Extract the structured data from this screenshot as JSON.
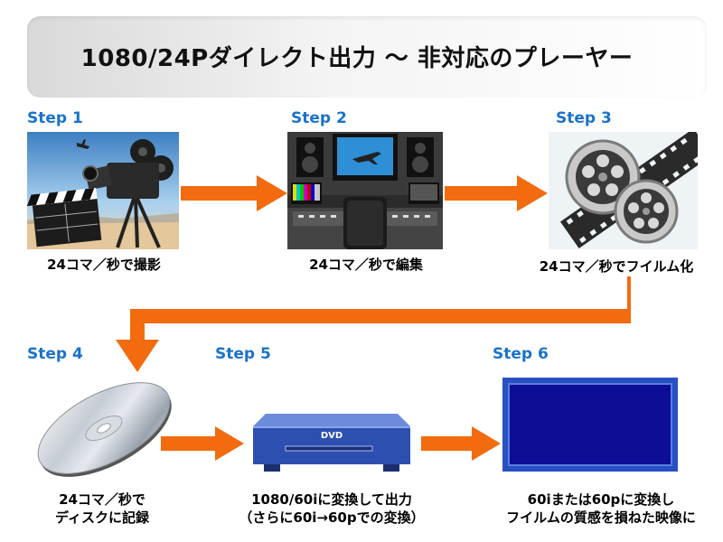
{
  "title": "1080/24Pダイレクト出力 ～ 非対応のプレーヤー",
  "colors": {
    "step_label": "#1a73c9",
    "arrow": "#f26b0f",
    "tv_screen": "#0d0d96",
    "dvd_body": "#2d4fb0"
  },
  "steps": [
    {
      "label": "Step 1",
      "caption": "24コマ／秒で撮影",
      "icon": "movie-camera-icon"
    },
    {
      "label": "Step 2",
      "caption": "24コマ／秒で編集",
      "icon": "editing-console-icon"
    },
    {
      "label": "Step 3",
      "caption": "24コマ／秒でフイルム化",
      "icon": "film-reel-icon"
    },
    {
      "label": "Step 4",
      "caption_line1": "24コマ／秒で",
      "caption_line2": "ディスクに記録",
      "icon": "disc-icon"
    },
    {
      "label": "Step 5",
      "caption_line1": "1080/60iに変換して出力",
      "caption_line2": "（さらに60i→60pでの変換）",
      "icon": "dvd-player-icon",
      "device_label": "DVD"
    },
    {
      "label": "Step 6",
      "caption_line1": "60iまたは60pに変換し",
      "caption_line2": "フイルムの質感を損ねた映像に",
      "icon": "tv-screen-icon"
    }
  ]
}
